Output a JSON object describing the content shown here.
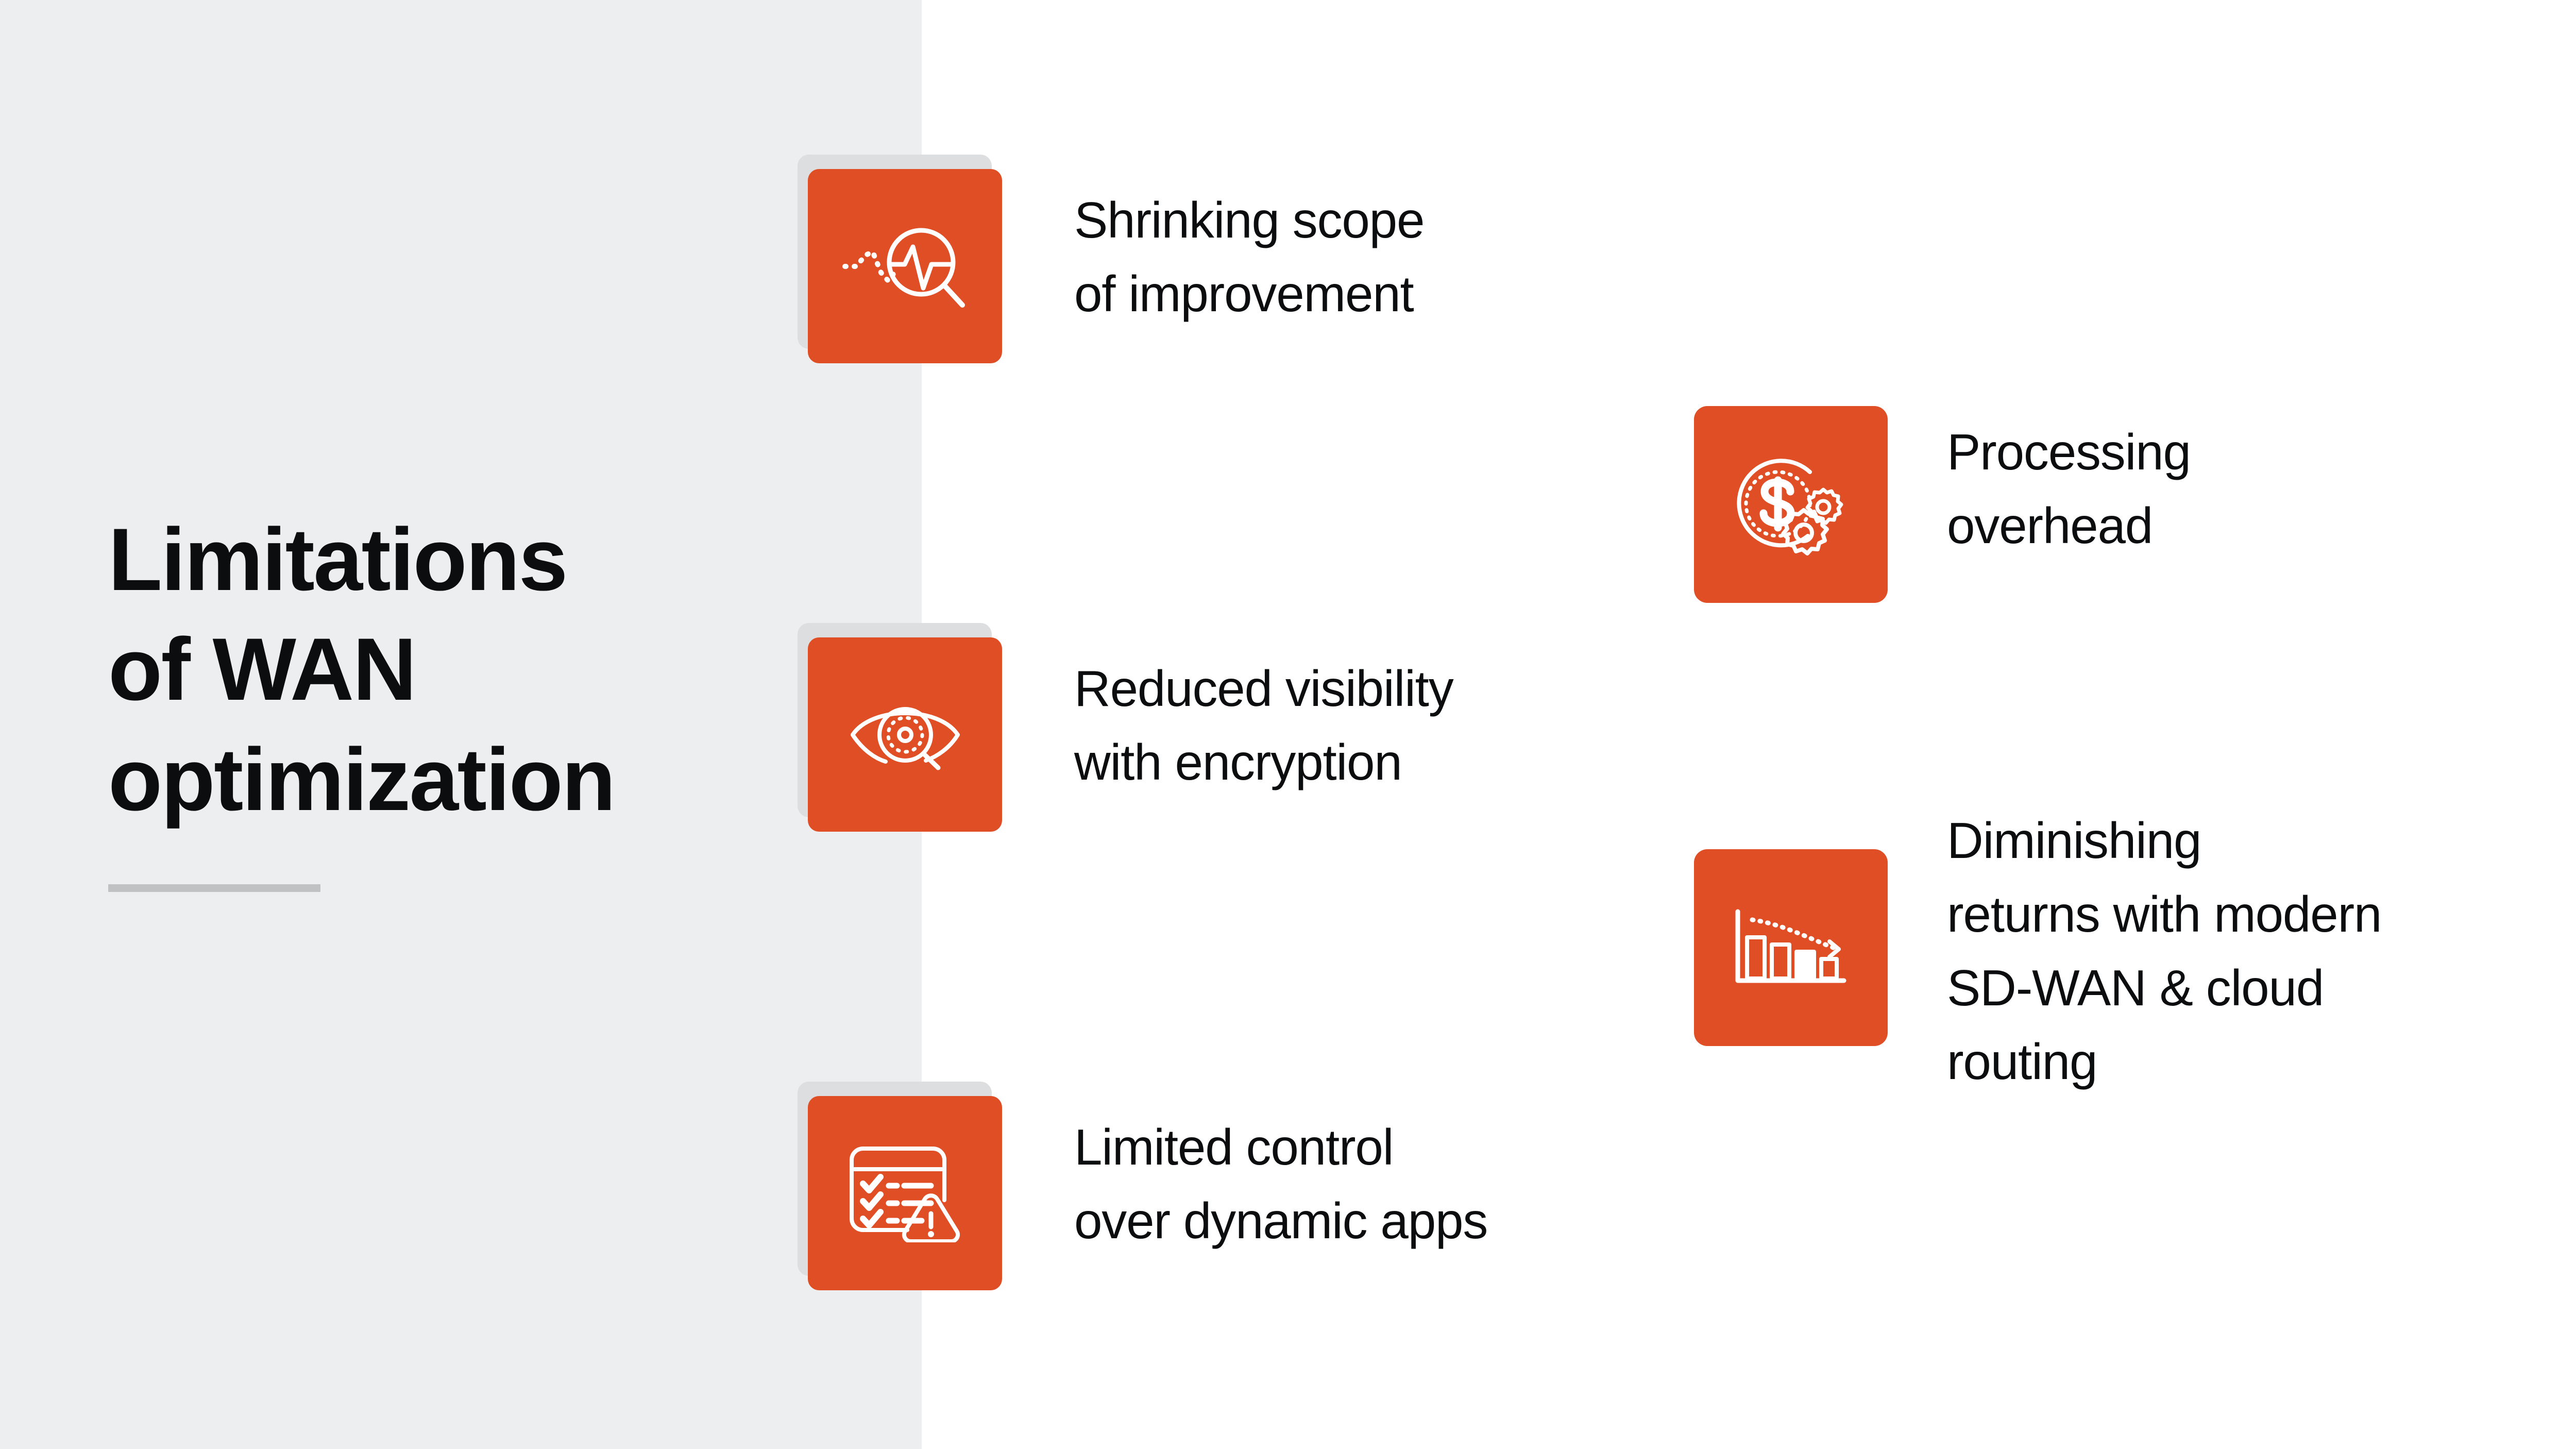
{
  "theme": {
    "accent_orange": "#e04e26",
    "panel_gray": "#edeef0",
    "shadow_gray": "#dddee0",
    "rule_gray": "#c0c1c3",
    "text_black": "#0b0d0e",
    "icon_white": "#ffffff",
    "canvas_white": "#ffffff"
  },
  "title": {
    "text": "Limitations\nof WAN\noptimization"
  },
  "items": [
    {
      "id": "item-1",
      "label": "Shrinking scope\nof improvement",
      "icon": "magnifier-pulse-chart-icon",
      "column": "left",
      "has_backing_square": true
    },
    {
      "id": "item-2",
      "label": "Reduced visibility\nwith encryption",
      "icon": "eye-magnifier-icon",
      "column": "left",
      "has_backing_square": true
    },
    {
      "id": "item-3",
      "label": "Limited control\nover dynamic apps",
      "icon": "checklist-warning-icon",
      "column": "left",
      "has_backing_square": true
    },
    {
      "id": "item-4",
      "label": "Processing\noverhead",
      "icon": "dollar-coin-gears-icon",
      "column": "right",
      "has_backing_square": false
    },
    {
      "id": "item-5",
      "label": "Diminishing\nreturns with modern\nSD-WAN & cloud\nrouting",
      "icon": "declining-bar-chart-arrow-icon",
      "column": "right",
      "has_backing_square": false
    }
  ]
}
